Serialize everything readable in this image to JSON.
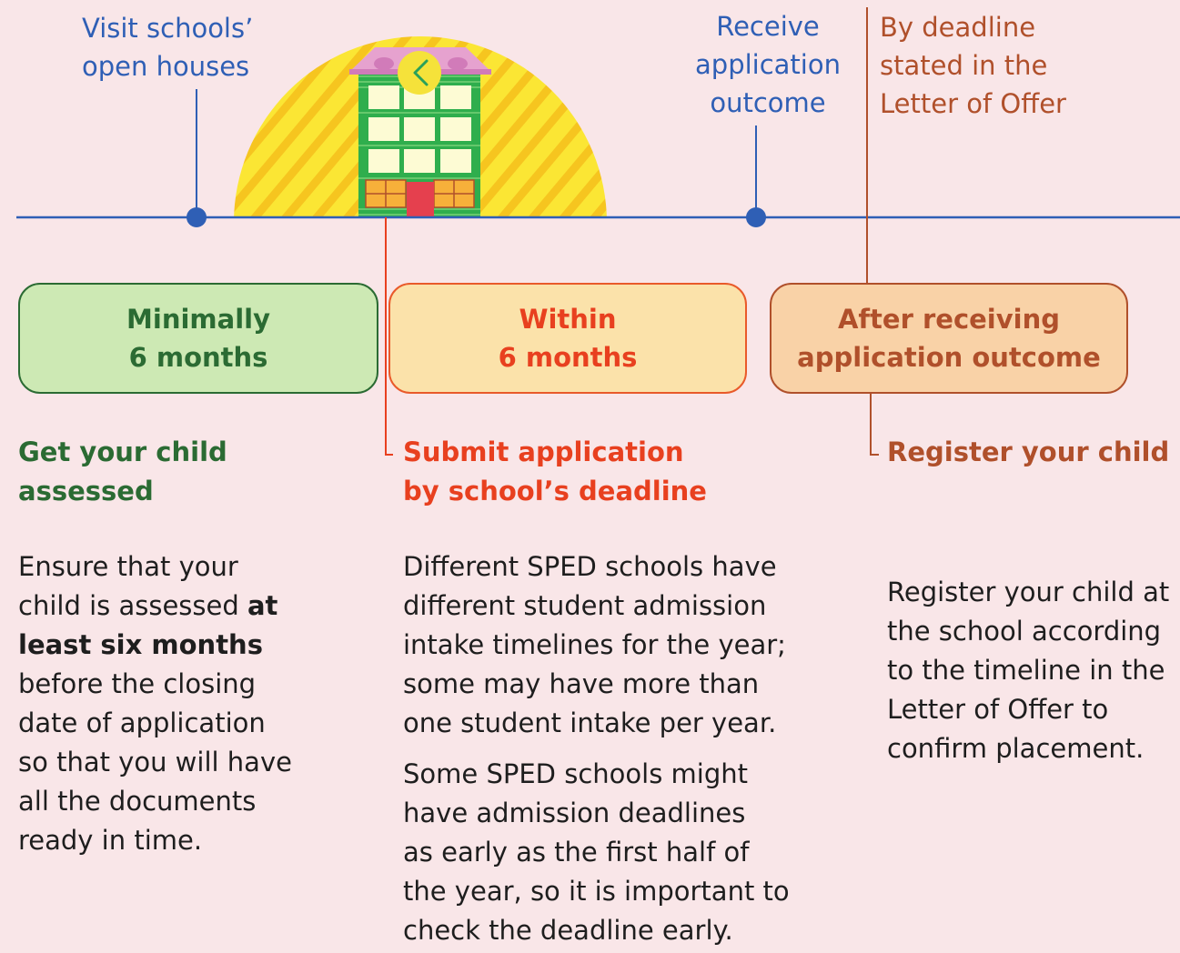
{
  "colors": {
    "background": "#f9e6e8",
    "timeline_blue": "#2f5fb5",
    "green": "#2b6b33",
    "orange": "#e8401f",
    "brown": "#b0502b"
  },
  "milestones": {
    "open_houses": "Visit schools’\nopen houses",
    "receive_outcome": "Receive\napplication\noutcome",
    "deadline_offer": "By deadline\nstated in the\nLetter of Offer"
  },
  "illustration": {
    "icon": "school-building-icon",
    "badge_icon": "chevron-left-icon"
  },
  "stages": [
    {
      "box_label": "Minimally\n6 months",
      "heading": "Get your child\nassessed",
      "body_before": "Ensure that your\nchild is assessed ",
      "body_bold": "at\nleast six months",
      "body_after": "\nbefore the closing\ndate of application\nso that you will have\nall the documents\nready in time."
    },
    {
      "box_label": "Within\n6 months",
      "heading": "Submit application\nby school’s deadline",
      "body_p1": "Different SPED schools have\ndifferent student admission\nintake timelines for the year;\nsome may have more than\none student intake per year.",
      "body_p2": "Some SPED schools might\nhave admission deadlines\nas early as the first half of\nthe year, so it is important to\ncheck the deadline early."
    },
    {
      "box_label": "After receiving\napplication outcome",
      "heading": "Register your child",
      "body": "Register your child at\nthe school according\nto the timeline in the\nLetter of Offer to\nconfirm placement."
    }
  ]
}
